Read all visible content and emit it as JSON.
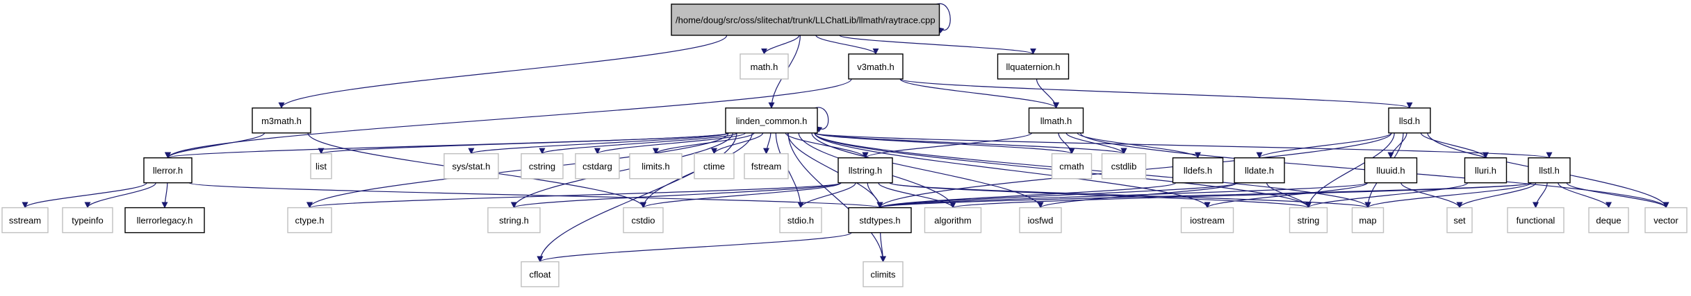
{
  "diagram": {
    "nodes": [
      {
        "id": "root",
        "label": "/home/doug/src/oss/slitechat/trunk/LLChatLib/llmath/raytrace.cpp",
        "style": "root"
      },
      {
        "id": "math_h",
        "label": "math.h",
        "style": "ext"
      },
      {
        "id": "v3math",
        "label": "v3math.h",
        "style": "solid"
      },
      {
        "id": "llquat",
        "label": "llquaternion.h",
        "style": "solid"
      },
      {
        "id": "m3math",
        "label": "m3math.h",
        "style": "solid"
      },
      {
        "id": "lcommon",
        "label": "linden_common.h",
        "style": "solid"
      },
      {
        "id": "llmath",
        "label": "llmath.h",
        "style": "solid"
      },
      {
        "id": "llsd",
        "label": "llsd.h",
        "style": "solid"
      },
      {
        "id": "llerror",
        "label": "llerror.h",
        "style": "solid"
      },
      {
        "id": "list",
        "label": "list",
        "style": "ext"
      },
      {
        "id": "sysstat",
        "label": "sys/stat.h",
        "style": "ext"
      },
      {
        "id": "cstring",
        "label": "cstring",
        "style": "ext"
      },
      {
        "id": "cstdarg",
        "label": "cstdarg",
        "style": "ext"
      },
      {
        "id": "limits",
        "label": "limits.h",
        "style": "ext"
      },
      {
        "id": "ctime",
        "label": "ctime",
        "style": "ext"
      },
      {
        "id": "fstream",
        "label": "fstream",
        "style": "ext"
      },
      {
        "id": "llstring",
        "label": "llstring.h",
        "style": "solid"
      },
      {
        "id": "cmath",
        "label": "cmath",
        "style": "ext"
      },
      {
        "id": "cstdlib",
        "label": "cstdlib",
        "style": "ext"
      },
      {
        "id": "lldefs",
        "label": "lldefs.h",
        "style": "solid"
      },
      {
        "id": "lldate",
        "label": "lldate.h",
        "style": "solid"
      },
      {
        "id": "lluuid",
        "label": "lluuid.h",
        "style": "solid"
      },
      {
        "id": "lluri",
        "label": "lluri.h",
        "style": "solid"
      },
      {
        "id": "llstl",
        "label": "llstl.h",
        "style": "solid"
      },
      {
        "id": "sstream",
        "label": "sstream",
        "style": "ext"
      },
      {
        "id": "typeinfo",
        "label": "typeinfo",
        "style": "ext"
      },
      {
        "id": "llerrorlegacy",
        "label": "llerrorlegacy.h",
        "style": "solid"
      },
      {
        "id": "ctype",
        "label": "ctype.h",
        "style": "ext"
      },
      {
        "id": "string_h",
        "label": "string.h",
        "style": "ext"
      },
      {
        "id": "cstdio",
        "label": "cstdio",
        "style": "ext"
      },
      {
        "id": "stdio",
        "label": "stdio.h",
        "style": "ext"
      },
      {
        "id": "stdtypes",
        "label": "stdtypes.h",
        "style": "solid"
      },
      {
        "id": "algorithm",
        "label": "algorithm",
        "style": "ext"
      },
      {
        "id": "iosfwd",
        "label": "iosfwd",
        "style": "ext"
      },
      {
        "id": "iostream",
        "label": "iostream",
        "style": "ext"
      },
      {
        "id": "string",
        "label": "string",
        "style": "ext"
      },
      {
        "id": "map",
        "label": "map",
        "style": "ext"
      },
      {
        "id": "set",
        "label": "set",
        "style": "ext"
      },
      {
        "id": "functional",
        "label": "functional",
        "style": "ext"
      },
      {
        "id": "deque",
        "label": "deque",
        "style": "ext"
      },
      {
        "id": "vector",
        "label": "vector",
        "style": "ext"
      },
      {
        "id": "cfloat",
        "label": "cfloat",
        "style": "ext"
      },
      {
        "id": "climits",
        "label": "climits",
        "style": "ext"
      }
    ],
    "edges": [
      [
        "root",
        "root"
      ],
      [
        "root",
        "math_h"
      ],
      [
        "root",
        "v3math"
      ],
      [
        "root",
        "llquat"
      ],
      [
        "root",
        "m3math"
      ],
      [
        "root",
        "lcommon"
      ],
      [
        "v3math",
        "llmath"
      ],
      [
        "v3math",
        "llsd"
      ],
      [
        "v3math",
        "llerror"
      ],
      [
        "llquat",
        "llmath"
      ],
      [
        "m3math",
        "llerror"
      ],
      [
        "m3math",
        "cstdio"
      ],
      [
        "lcommon",
        "lcommon"
      ],
      [
        "lcommon",
        "llerror"
      ],
      [
        "lcommon",
        "list"
      ],
      [
        "lcommon",
        "sysstat"
      ],
      [
        "lcommon",
        "cstring"
      ],
      [
        "lcommon",
        "cstdarg"
      ],
      [
        "lcommon",
        "limits"
      ],
      [
        "lcommon",
        "ctime"
      ],
      [
        "lcommon",
        "fstream"
      ],
      [
        "lcommon",
        "llstring"
      ],
      [
        "lcommon",
        "cmath"
      ],
      [
        "lcommon",
        "cstdlib"
      ],
      [
        "lcommon",
        "cfloat"
      ],
      [
        "lcommon",
        "ctype"
      ],
      [
        "lcommon",
        "string_h"
      ],
      [
        "lcommon",
        "cstdio"
      ],
      [
        "lcommon",
        "stdio"
      ],
      [
        "lcommon",
        "stdtypes"
      ],
      [
        "lcommon",
        "climits"
      ],
      [
        "lcommon",
        "algorithm"
      ],
      [
        "lcommon",
        "iosfwd"
      ],
      [
        "lcommon",
        "iostream"
      ],
      [
        "lcommon",
        "string"
      ],
      [
        "lcommon",
        "map"
      ],
      [
        "lcommon",
        "llstl"
      ],
      [
        "llmath",
        "llstring"
      ],
      [
        "llmath",
        "cmath"
      ],
      [
        "llmath",
        "cstdlib"
      ],
      [
        "llmath",
        "lldefs"
      ],
      [
        "llmath",
        "vector"
      ],
      [
        "llsd",
        "lldate"
      ],
      [
        "llsd",
        "lluuid"
      ],
      [
        "llsd",
        "lluri"
      ],
      [
        "llsd",
        "stdtypes"
      ],
      [
        "llsd",
        "string"
      ],
      [
        "llsd",
        "map"
      ],
      [
        "llsd",
        "vector"
      ],
      [
        "llerror",
        "sstream"
      ],
      [
        "llerror",
        "typeinfo"
      ],
      [
        "llerror",
        "llerrorlegacy"
      ],
      [
        "llerror",
        "stdtypes"
      ],
      [
        "llstring",
        "ctype"
      ],
      [
        "llstring",
        "string_h"
      ],
      [
        "llstring",
        "cstdio"
      ],
      [
        "llstring",
        "stdio"
      ],
      [
        "llstring",
        "stdtypes"
      ],
      [
        "llstring",
        "algorithm"
      ],
      [
        "llstring",
        "string"
      ],
      [
        "llstring",
        "map"
      ],
      [
        "lldefs",
        "stdtypes"
      ],
      [
        "lldate",
        "stdtypes"
      ],
      [
        "lldate",
        "iosfwd"
      ],
      [
        "lldate",
        "string"
      ],
      [
        "lluuid",
        "stdtypes"
      ],
      [
        "lluuid",
        "iostream"
      ],
      [
        "lluuid",
        "set"
      ],
      [
        "lluri",
        "string"
      ],
      [
        "llstl",
        "algorithm"
      ],
      [
        "llstl",
        "map"
      ],
      [
        "llstl",
        "set"
      ],
      [
        "llstl",
        "functional"
      ],
      [
        "llstl",
        "deque"
      ],
      [
        "llstl",
        "vector"
      ],
      [
        "llstl",
        "stdtypes"
      ],
      [
        "stdtypes",
        "cfloat"
      ],
      [
        "stdtypes",
        "climits"
      ]
    ]
  },
  "colors": {
    "edge": "#191970",
    "root_fill": "#bfbfbf",
    "solid_border": "#000000",
    "ext_border": "#bfbfbf"
  }
}
